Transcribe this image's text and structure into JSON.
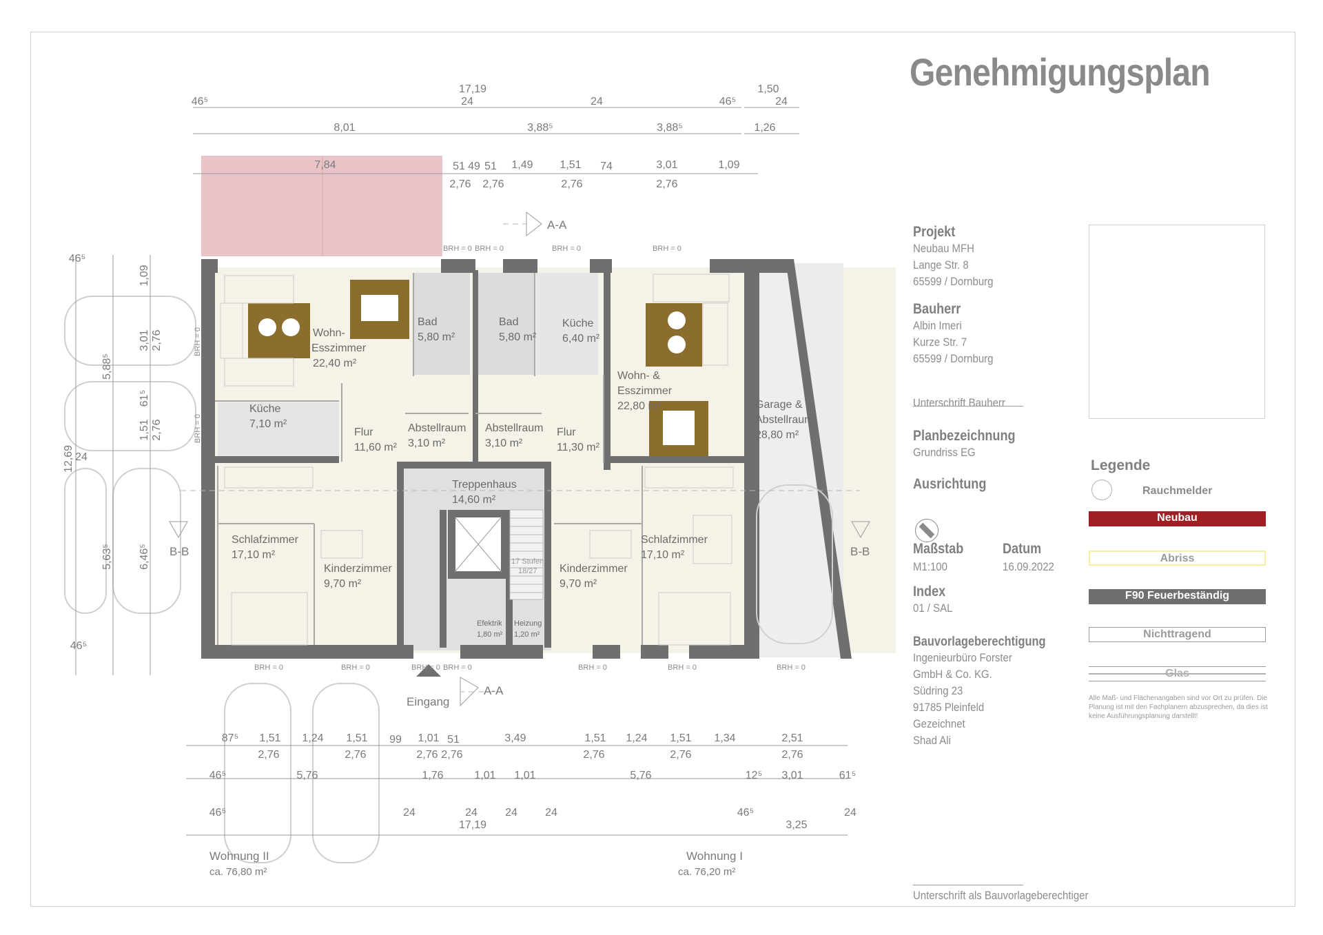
{
  "sheet": {
    "title": "Genehmigungsplan"
  },
  "project": {
    "heading": "Projekt",
    "lines": [
      "Neubau MFH",
      "Lange Str. 8",
      "65599 / Dornburg"
    ]
  },
  "client": {
    "heading": "Bauherr",
    "lines": [
      "Albin Imeri",
      "Kurze Str. 7",
      "65599 / Dornburg"
    ],
    "signature": "Unterschrift Bauherr"
  },
  "plan": {
    "heading": "Planbezeichnung",
    "value": "Grundriss EG",
    "orientation_heading": "Ausrichtung",
    "scale_heading": "Maßstab",
    "scale_value": "M1:100",
    "date_heading": "Datum",
    "date_value": "16.09.2022",
    "index_heading": "Index",
    "index_value": "01 / SAL"
  },
  "authority": {
    "heading": "Bauvorlageberechtigung",
    "lines": [
      "Ingenieurbüro Forster",
      "GmbH & Co. KG.",
      "Südring 23",
      "91785 Pleinfeld",
      "Gezeichnet",
      "Shad Ali"
    ],
    "signature": "Unterschrift als Bauvorlageberechtiger"
  },
  "legend": {
    "heading": "Legende",
    "smoke": "Rauchmelder",
    "new": "Neubau",
    "demolition": "Abriss",
    "fire": "F90 Feuerbeständig",
    "nonbearing": "Nichttragend",
    "glass": "Glas",
    "note": "Alle Maß- und Flächenangaben sind vor Ort zu prüfen. Die Planung ist mit den Fachplanern abzusprechen, da dies ist keine Ausführungsplanung darstellt!"
  },
  "colors": {
    "new": "#a01e24",
    "demolition": "#f3f0a6",
    "fire": "#6f6f6f",
    "wall": "#6f6f6f",
    "terrace": "#e8c4c8",
    "floor": "#f5f3e8",
    "wet": "#dcdcdc"
  },
  "rooms": [
    {
      "name": "Wohn-",
      "name2": "Esszimmer",
      "area": "22,40 m²"
    },
    {
      "name": "Bad",
      "area": "5,80 m²"
    },
    {
      "name": "Bad",
      "area": "5,80 m²"
    },
    {
      "name": "Küche",
      "area": "6,40 m²"
    },
    {
      "name": "Wohn- &",
      "name2": "Esszimmer",
      "area": "22,80 m²"
    },
    {
      "name": "Garage &",
      "name2": "Abstellraum",
      "area": "28,80 m²"
    },
    {
      "name": "Küche",
      "area": "7,10 m²"
    },
    {
      "name": "Flur",
      "area": "11,60 m²"
    },
    {
      "name": "Abstellraum",
      "area": "3,10 m²"
    },
    {
      "name": "Abstellraum",
      "area": "3,10 m²"
    },
    {
      "name": "Flur",
      "area": "11,30 m²"
    },
    {
      "name": "Treppenhaus",
      "area": "14,60 m²"
    },
    {
      "name": "Schlafzimmer",
      "area": "17,10 m²"
    },
    {
      "name": "Kinderzimmer",
      "area": "9,70 m²"
    },
    {
      "name": "Kinderzimmer",
      "area": "9,70 m²"
    },
    {
      "name": "Schlafzimmer",
      "area": "17,10 m²"
    },
    {
      "name": "Efektrik",
      "area": "1,80 m²"
    },
    {
      "name": "Heizung",
      "area": "1,20 m²"
    }
  ],
  "stairs": {
    "label1": "17 Stufen",
    "label2": "18/27"
  },
  "labels": {
    "entrance": "Eingang",
    "section_aa": "A-A",
    "section_bb": "B-B",
    "brh": "BRH = 0",
    "apartment2": "Wohnung II",
    "apartment2_area": "ca. 76,80 m²",
    "apartment1": "Wohnung I",
    "apartment1_area": "ca. 76,20 m²",
    "terrace_dim": "7,84"
  },
  "dims_top": {
    "total": "17,19",
    "right_total": "1,50",
    "row1": [
      "46⁵",
      "24",
      "24",
      "46⁵",
      "24"
    ],
    "row2": [
      "8,01",
      "3,88⁵",
      "3,88⁵",
      "1,26"
    ],
    "row3": [
      "51",
      "49",
      "51",
      "1,49",
      "1,51",
      "74",
      "3,01",
      "1,09"
    ],
    "row3b": [
      "2,76",
      "2,76",
      "2,76",
      "2,76"
    ]
  },
  "dims_left": [
    "46⁵",
    "1,09",
    "3,01",
    "2,76",
    "5,88⁵",
    "61⁵",
    "1,51",
    "2,76",
    "12,69",
    "24",
    "5,63⁵",
    "6,46⁵",
    "46⁵"
  ],
  "dims_bottom": {
    "row1": [
      "87⁵",
      "1,51",
      "1,24",
      "1,51",
      "99",
      "1,01",
      "51",
      "3,49",
      "1,51",
      "1,24",
      "1,51",
      "1,34",
      "2,51"
    ],
    "row1b": [
      "2,76",
      "2,76",
      "2,76",
      "2,76",
      "2,76",
      "2,76",
      "2,76"
    ],
    "row2": [
      "46⁵",
      "5,76",
      "1,76",
      "1,01",
      "1,01",
      "5,76",
      "12⁵",
      "3,01",
      "61⁵"
    ],
    "row3": [
      "46⁵",
      "24",
      "24",
      "24",
      "24",
      "46⁵",
      "24"
    ],
    "total": "17,19",
    "right": "3,25"
  }
}
